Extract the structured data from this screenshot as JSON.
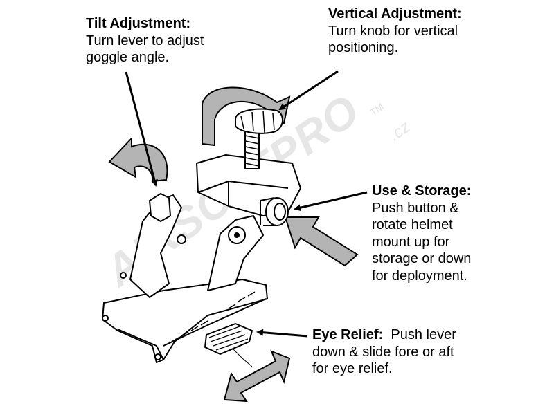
{
  "annotations": {
    "tilt": {
      "title": "Tilt Adjustment:",
      "line1": "Turn lever to adjust",
      "line2": "goggle angle."
    },
    "vertical": {
      "title": "Vertical Adjustment:",
      "line1": "Turn knob for vertical",
      "line2": "positioning."
    },
    "use_storage": {
      "title": "Use & Storage:",
      "line1": "Push button &",
      "line2": "rotate helmet",
      "line3": "mount up for",
      "line4": "storage or down",
      "line5": "for deployment."
    },
    "eye_relief": {
      "title": "Eye Relief:",
      "line1_rest": "  Push lever",
      "line2": "down & slide fore or aft",
      "line3": "for eye relief."
    }
  },
  "watermark": {
    "brand": "AIRSOFTPRO",
    "tm": "TM",
    "domain": ".cz"
  },
  "colors": {
    "arrow_fill": "#b4b4b4",
    "line": "#000000",
    "watermark": "#e6e6e6"
  }
}
